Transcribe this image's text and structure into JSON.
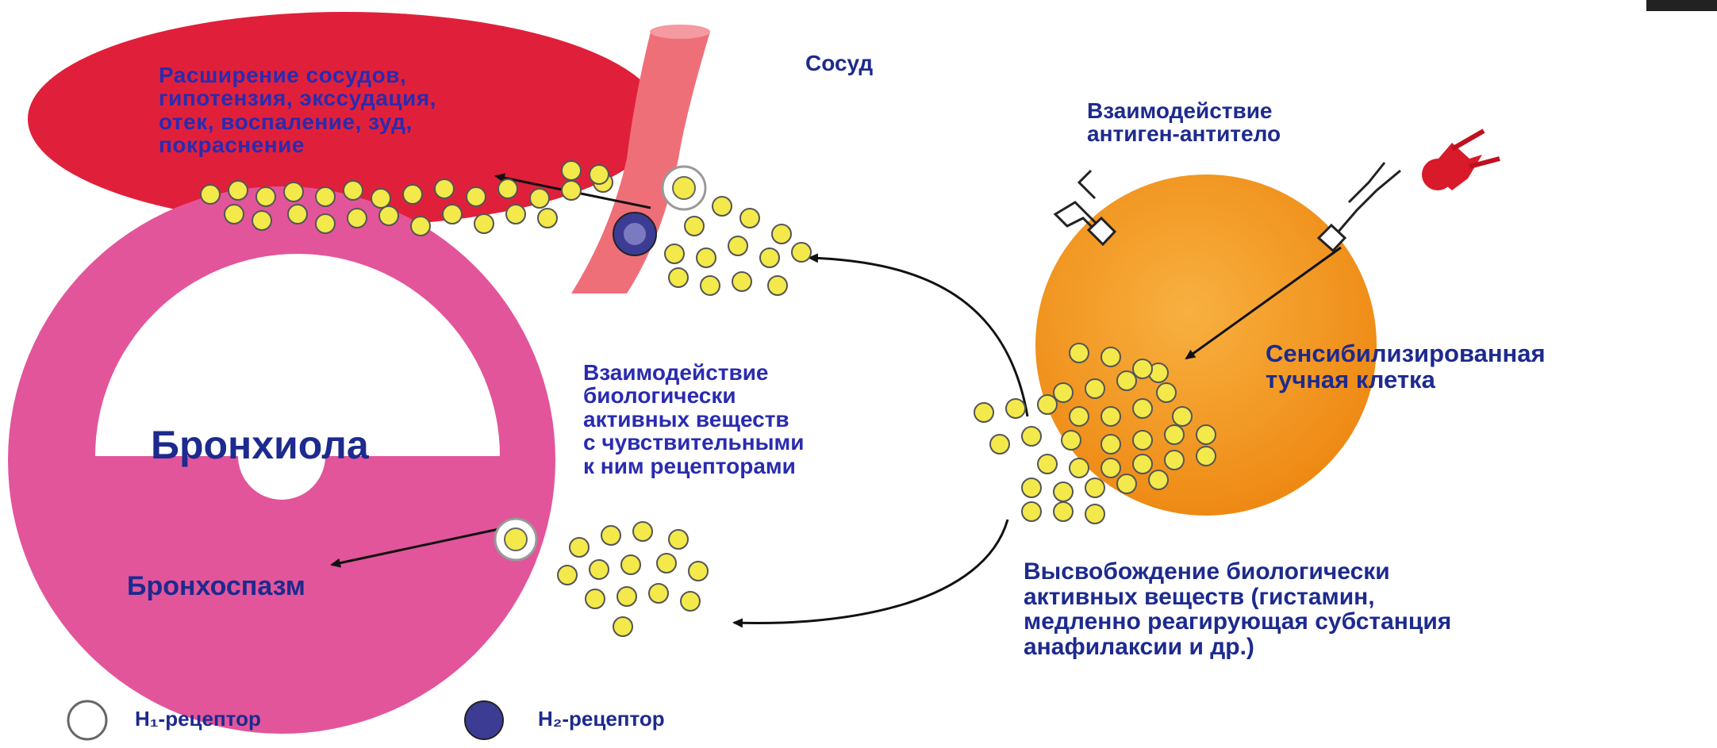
{
  "labels": {
    "vessel": "Сосуд",
    "antigen_antibody": [
      "Взаимодействие",
      "антиген-антитело"
    ],
    "effects": [
      "Расширение сосудов,",
      "гипотензия, экссудация,",
      "отек, воспаление, зуд,",
      "покраснение"
    ],
    "bronchiole": "Бронхиола",
    "bronchospasm": "Бронхоспазм",
    "interaction": [
      "Взаимодействие",
      "биологически",
      "активных веществ",
      "с чувствительными",
      "к ним рецепторами"
    ],
    "mast_cell": [
      "Сенсибилизированная",
      "тучная клетка"
    ],
    "release": [
      "Высвобождение биологически",
      "активных веществ (гистамин,",
      "медленно реагирующая субстанция",
      "анафилаксии и др.)"
    ]
  },
  "legend": {
    "h1": "Н₁-рецептор",
    "h2": "Н₂-рецептор"
  },
  "colors": {
    "vessel_area": "#e0203a",
    "vessel_tube": "#ef6f78",
    "bronchiole_ring": "#e2559a",
    "mast_cell": "#f59a22",
    "granule": "#f3e94a",
    "h1_receptor": "#ffffff",
    "h2_receptor": "#3c3c94",
    "antigen": "#d81a2a",
    "text": "#2a2bb0"
  }
}
